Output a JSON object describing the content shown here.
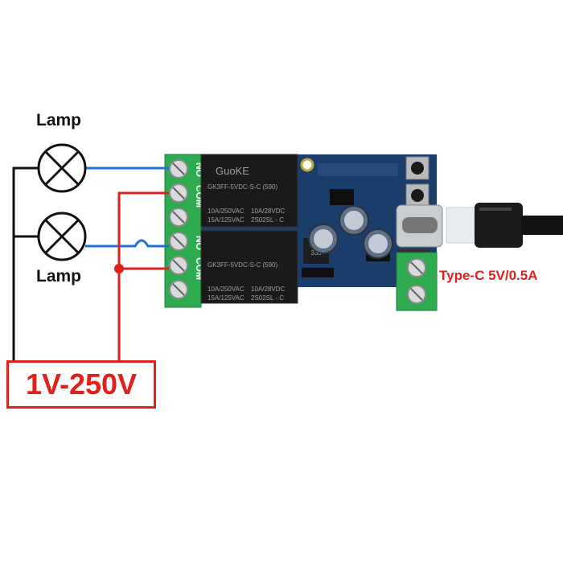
{
  "diagram": {
    "lamp_top_label": "Lamp",
    "lamp_bottom_label": "Lamp",
    "voltage_label": "1V-250V",
    "power_label": "Type-C 5V/0.5A",
    "terminal_labels": {
      "no": "NO",
      "com": "COM"
    },
    "relay": {
      "brand": "GuoKE",
      "model": "GK3FF-5VDC-S-C (590)",
      "rating_line1": "10A/250VAC",
      "rating_line2": "15A/125VAC",
      "rating_line3": "10A/28VDC",
      "rating_line4": "2S02SL - C"
    },
    "inductor_marking": "330",
    "colors": {
      "live_wire": "#e0201b",
      "neutral_wire": "#111111",
      "lamp_wire": "#1e6fe0",
      "pcb": "#1b3d6b",
      "terminal_block": "#2eaa4f",
      "relay_body": "#1a1a1a"
    }
  }
}
